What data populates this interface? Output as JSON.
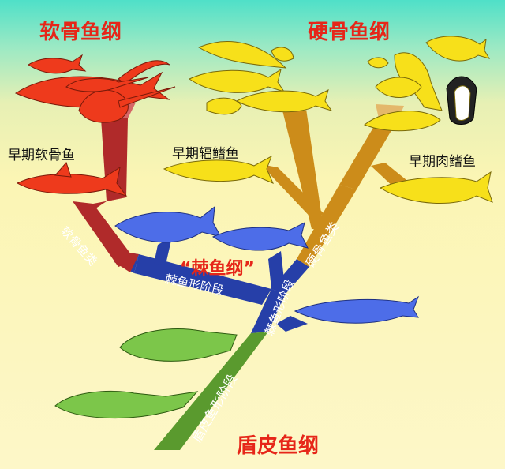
{
  "titles": {
    "chondrichthyes": "软骨鱼纲",
    "osteichthyes": "硬骨鱼纲",
    "acanthodii": "“棘鱼纲”",
    "placodermi": "盾皮鱼纲"
  },
  "groups": {
    "early_cartilaginous": "早期软骨鱼",
    "early_ray_finned": "早期辐鳍鱼",
    "early_lobe_finned": "早期肉鳍鱼"
  },
  "branches": {
    "cartilaginous": "软骨鱼类",
    "bony": "硬骨鱼类",
    "acanthodian_stage_left": "棘鱼形阶段",
    "acanthodian_stage_right": "棘鱼形阶段",
    "placoderm_stage": "盾皮鱼形阶段"
  },
  "colors": {
    "cartilaginous": "#b02a2a",
    "bony": "#cc8c1a",
    "acanthodian": "#263fa8",
    "placoderm": "#5a9a2e",
    "fish_red": "#ee3a1c",
    "fish_yellow": "#f7e01a",
    "fish_blue": "#4d6de8",
    "fish_green": "#7cc64a",
    "title_red": "#e62619"
  }
}
